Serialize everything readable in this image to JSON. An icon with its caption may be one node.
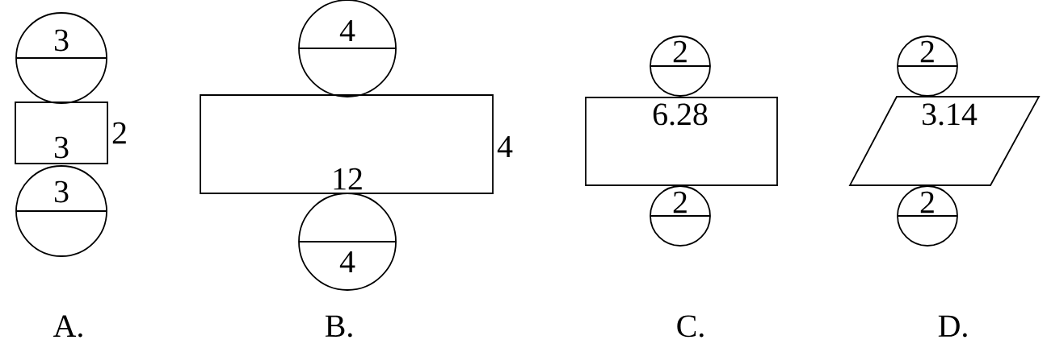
{
  "diagram": {
    "nodes": [
      {
        "text": [
          "3"
        ]
      },
      {
        "text": [
          "3"
        ],
        "beside": [
          "2"
        ]
      },
      {
        "text": [
          "3"
        ]
      },
      {
        "text": [
          "4"
        ]
      },
      {
        "text": [
          "12"
        ],
        "beside": [
          "4"
        ]
      },
      {
        "text": [
          "4"
        ]
      },
      {
        "text": [
          "2"
        ]
      },
      {
        "text": [
          "6.28"
        ]
      },
      {
        "text": [
          "2"
        ]
      },
      {
        "text": [
          "2"
        ]
      },
      {
        "text": [
          "3.14"
        ]
      },
      {
        "text": [
          "2"
        ]
      }
    ],
    "labels": [
      "A.",
      "B.",
      "C.",
      "D."
    ]
  }
}
